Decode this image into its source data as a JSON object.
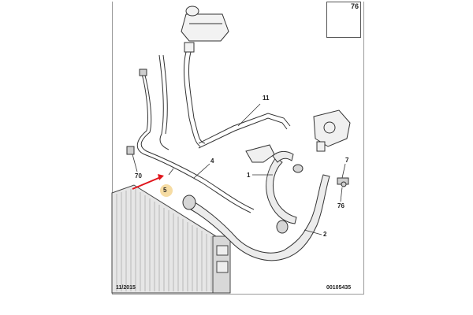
{
  "diagram": {
    "date_code": "11/2015",
    "reference": "00105435",
    "inset_part_number": "76",
    "callouts": [
      "11",
      "70",
      "5",
      "4",
      "1",
      "2",
      "7",
      "76"
    ],
    "highlight_color": "#f6dca3",
    "arrow_color": "#e0141b"
  }
}
